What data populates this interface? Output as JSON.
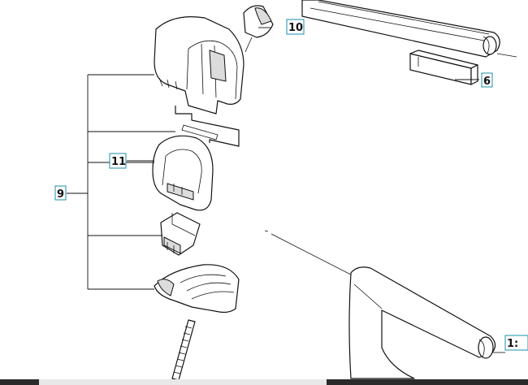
{
  "callouts": {
    "c9": "9",
    "c10": "10",
    "c11": "11",
    "c6": "6",
    "c12": "1:"
  }
}
